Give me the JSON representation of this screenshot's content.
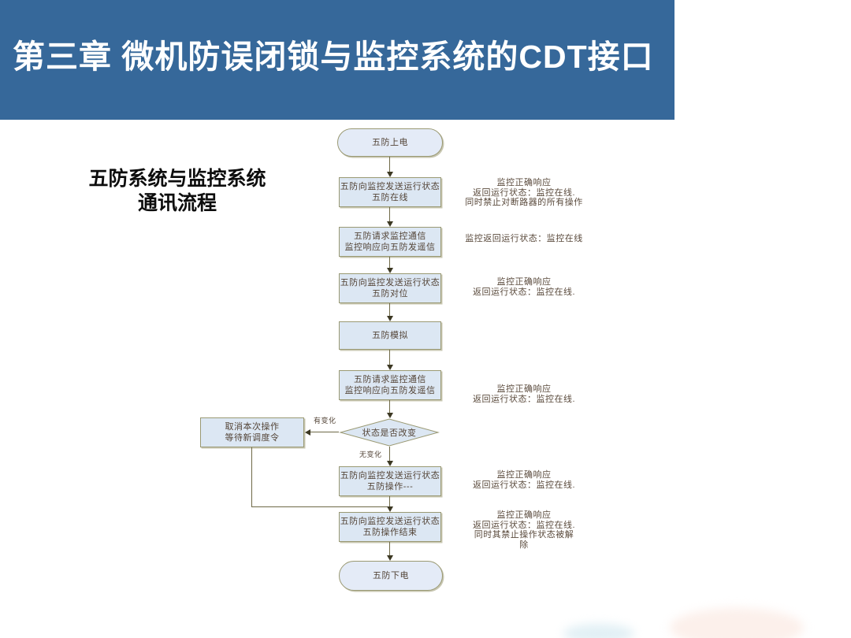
{
  "header": {
    "title": "第三章 微机防误闭锁与监控系统的CDT接口",
    "bg_color": "#36689A",
    "text_color": "#FFFFFF"
  },
  "caption": {
    "text": "五防系统与监控系统\n通讯流程"
  },
  "flowchart": {
    "nodes": {
      "start": "五防上电",
      "p1": "五防向监控发送运行状态\n五防在线",
      "p2": "五防请求监控通信\n监控响应向五防发遥信",
      "p3": "五防向监控发送运行状态\n五防对位",
      "p4": "五防模拟",
      "p5": "五防请求监控通信\n监控响应向五防发遥信",
      "decision": "状态是否改变",
      "cancel": "取消本次操作\n等待新调度令",
      "p6": "五防向监控发送运行状态\n五防操作---",
      "p7": "五防向监控发送运行状态\n五防操作结束",
      "end": "五防下电"
    },
    "edge_labels": {
      "changed": "有变化",
      "unchanged": "无变化"
    },
    "colors": {
      "node_fill": "#dce7f3",
      "oval_fill": "#e4ebf7",
      "node_border": "#9a9973",
      "node_text": "#544538",
      "line": "#6e6947",
      "arrowhead": "#3c3823"
    }
  },
  "annotations": [
    {
      "text": "监控正确响应\n返回运行状态：监控在线.\n同时禁止对断路器的所有操作"
    },
    {
      "text": "监控返回运行状态：监控在线"
    },
    {
      "text": "监控正确响应\n返回运行状态：监控在线."
    },
    {
      "text": "监控正确响应\n返回运行状态：监控在线."
    },
    {
      "text": "监控正确响应\n返回运行状态：监控在线."
    },
    {
      "text": "监控正确响应\n返回运行状态：监控在线.\n同时其禁止操作状态被解\n除"
    }
  ]
}
